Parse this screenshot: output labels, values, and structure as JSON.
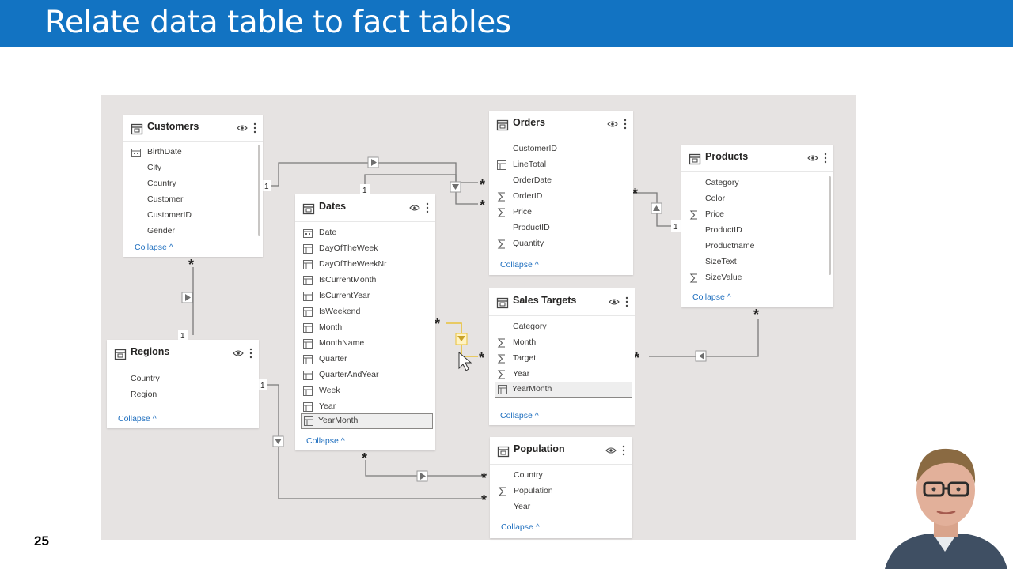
{
  "slide": {
    "title": "Relate data table to fact tables",
    "number": "25"
  },
  "cards": {
    "customers": {
      "name": "Customers",
      "fields": [
        "BirthDate",
        "City",
        "Country",
        "Customer",
        "CustomerID",
        "Gender"
      ],
      "collapse": "Collapse ^"
    },
    "orders": {
      "name": "Orders",
      "fields": [
        "CustomerID",
        "LineTotal",
        "OrderDate",
        "OrderID",
        "Price",
        "ProductID",
        "Quantity"
      ],
      "collapse": "Collapse ^"
    },
    "products": {
      "name": "Products",
      "fields": [
        "Category",
        "Color",
        "Price",
        "ProductID",
        "Productname",
        "SizeText",
        "SizeValue"
      ],
      "collapse": "Collapse ^"
    },
    "dates": {
      "name": "Dates",
      "fields": [
        "Date",
        "DayOfTheWeek",
        "DayOfTheWeekNr",
        "IsCurrentMonth",
        "IsCurrentYear",
        "IsWeekend",
        "Month",
        "MonthName",
        "Quarter",
        "QuarterAndYear",
        "Week",
        "Year",
        "YearMonth"
      ],
      "collapse": "Collapse ^"
    },
    "regions": {
      "name": "Regions",
      "fields": [
        "Country",
        "Region"
      ],
      "collapse": "Collapse ^"
    },
    "sales_targets": {
      "name": "Sales Targets",
      "fields": [
        "Category",
        "Month",
        "Target",
        "Year",
        "YearMonth"
      ],
      "collapse": "Collapse ^"
    },
    "population": {
      "name": "Population",
      "fields": [
        "Country",
        "Population",
        "Year"
      ],
      "collapse": "Collapse ^"
    }
  },
  "cardinality": {
    "one": "1",
    "many": "*"
  },
  "colors": {
    "title_bar": "#1273c2",
    "canvas": "#e6e3e2",
    "link": "#1f6fbf",
    "relationship_line": "#7a7a7a",
    "highlight_line": "#e8c23a"
  }
}
